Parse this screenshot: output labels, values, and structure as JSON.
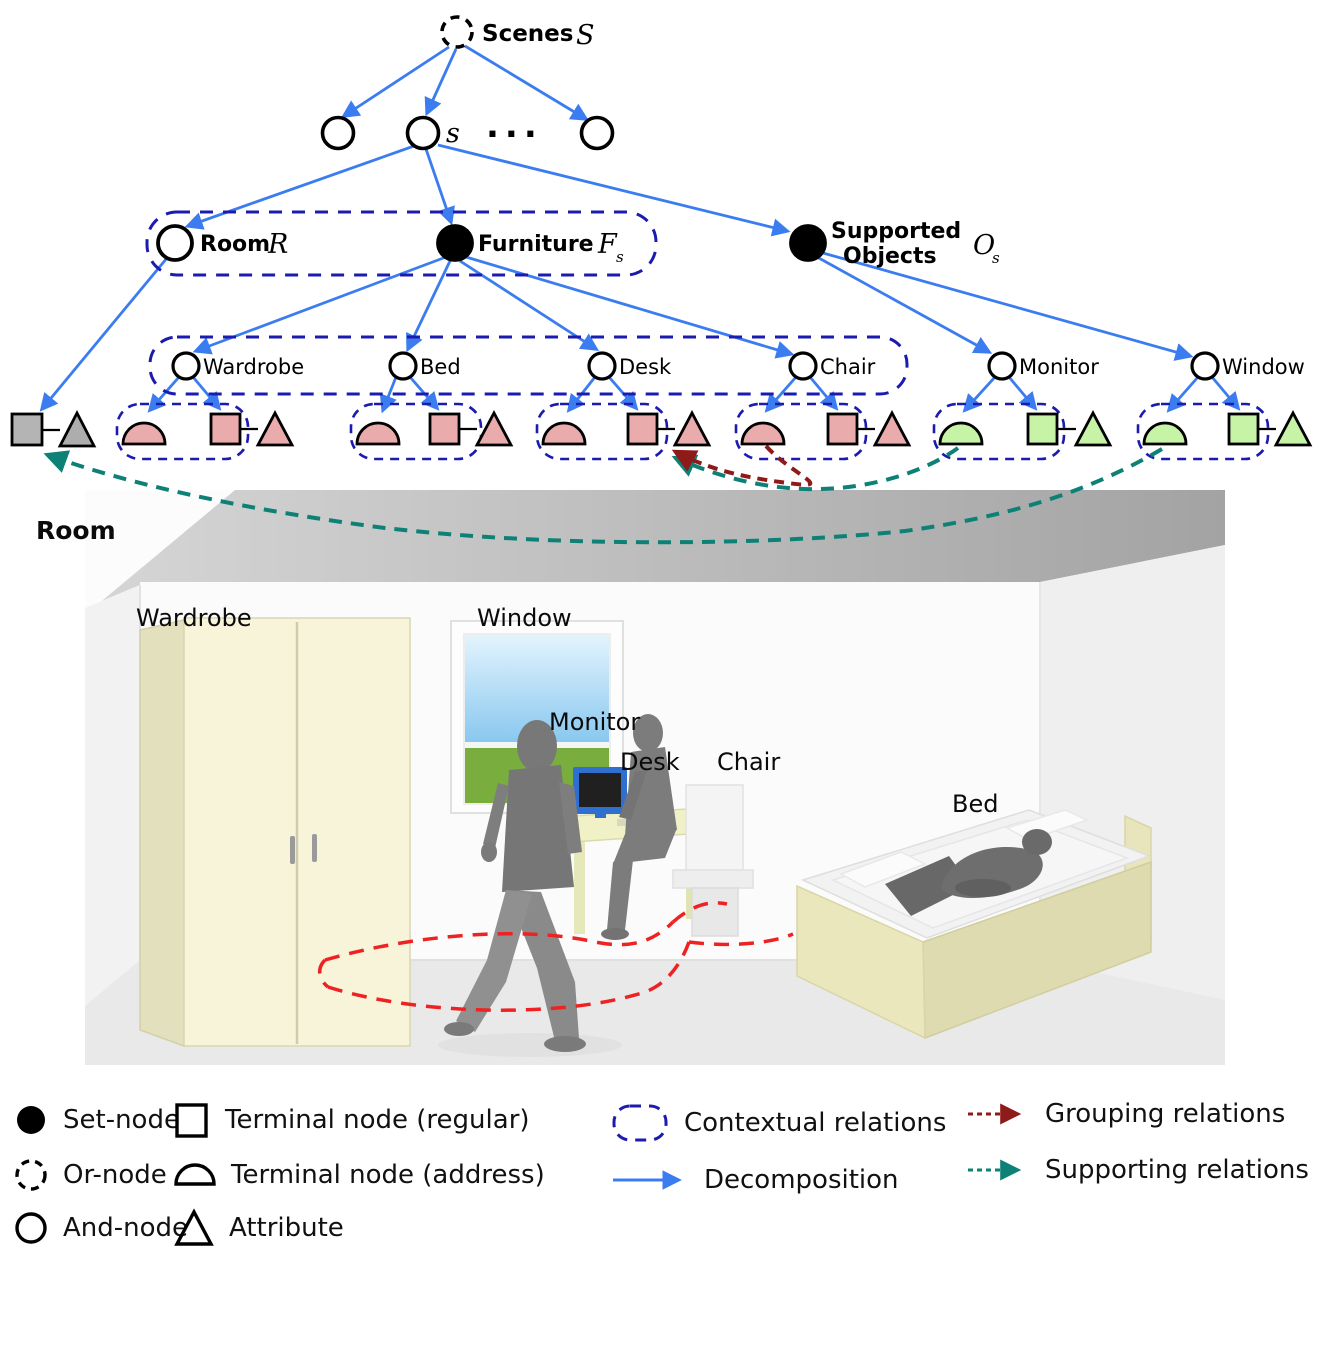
{
  "colors": {
    "decomposition_blue": "#3b7df0",
    "contextual_navy": "#1b1bb0",
    "grouping_red": "#8f1a1a",
    "supporting_teal": "#0d8176",
    "terminal_pink": "#e9abab",
    "terminal_green": "#c6f3a6",
    "terminal_gray": "#b4b4b4",
    "trajectory_red": "#ee2222"
  },
  "tree": {
    "root_label": "Scenes",
    "root_symbol": "S",
    "scene_label": "s",
    "ellipsis": "...",
    "room_label": "Room",
    "room_symbol": "R",
    "furniture_label": "Furniture",
    "furniture_symbol": "F",
    "furniture_sub": "s",
    "supported_line1": "Supported",
    "supported_line2": "Objects",
    "supported_symbol": "O",
    "supported_sub": "s",
    "furniture_children": [
      "Wardrobe",
      "Bed",
      "Desk",
      "Chair"
    ],
    "supported_children": [
      "Monitor",
      "Window"
    ]
  },
  "scene": {
    "room_label": "Room",
    "labels": {
      "wardrobe": "Wardrobe",
      "window": "Window",
      "monitor": "Monitor",
      "desk": "Desk",
      "chair": "Chair",
      "bed": "Bed"
    }
  },
  "legend": {
    "set_node": "Set-node",
    "or_node": "Or-node",
    "and_node": "And-node",
    "terminal_regular": "Terminal node (regular)",
    "terminal_address": "Terminal node (address)",
    "attribute": "Attribute",
    "contextual": "Contextual relations",
    "decomposition": "Decomposition",
    "grouping": "Grouping relations",
    "supporting": "Supporting relations"
  }
}
